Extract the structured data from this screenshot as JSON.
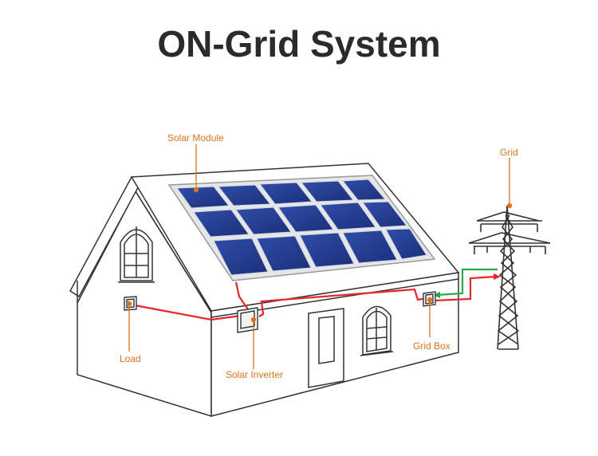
{
  "title": "ON-Grid System",
  "labels": {
    "solar_module": "Solar Module",
    "grid": "Grid",
    "load": "Load",
    "solar_inverter": "Solar Inverter",
    "grid_box": "Grid Box"
  },
  "colors": {
    "label": "#d9731c",
    "dc_wire": "#e8262a",
    "ac_wire_green": "#2aa84a",
    "panel": "#233a8c",
    "outline": "#333333"
  }
}
